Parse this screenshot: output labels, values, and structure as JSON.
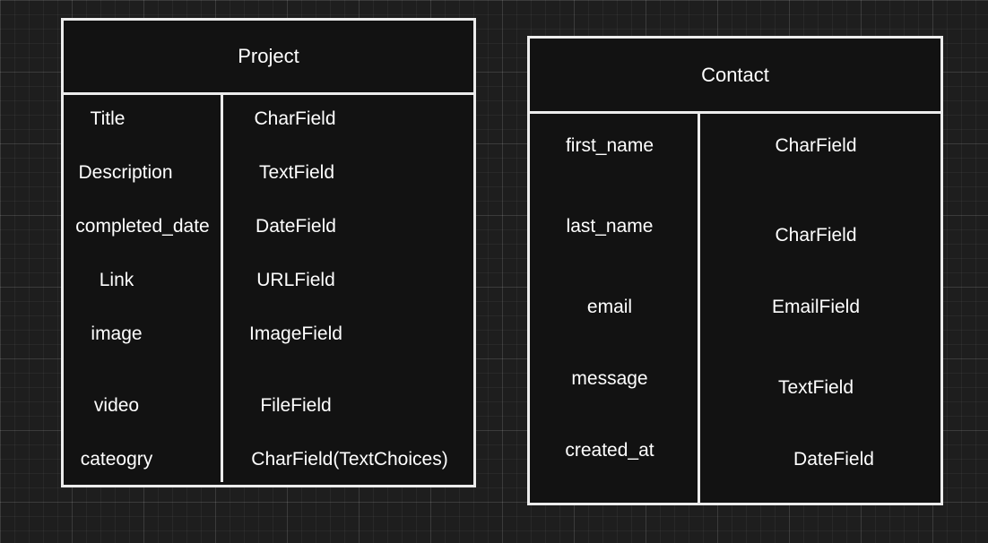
{
  "project": {
    "title": "Project",
    "fields": [
      {
        "name": "Title",
        "type": "CharField"
      },
      {
        "name": "Description",
        "type": "TextField"
      },
      {
        "name": "completed_date",
        "type": "DateField"
      },
      {
        "name": "Link",
        "type": "URLField"
      },
      {
        "name": "image",
        "type": "ImageField"
      },
      {
        "name": "video",
        "type": "FileField"
      },
      {
        "name": "cateogry",
        "type": "CharField(TextChoices)"
      }
    ]
  },
  "contact": {
    "title": "Contact",
    "fields": [
      {
        "name": "first_name",
        "type": "CharField"
      },
      {
        "name": "last_name",
        "type": "CharField"
      },
      {
        "name": "email",
        "type": "EmailField"
      },
      {
        "name": "message",
        "type": "TextField"
      },
      {
        "name": "created_at",
        "type": "DateField"
      }
    ]
  }
}
